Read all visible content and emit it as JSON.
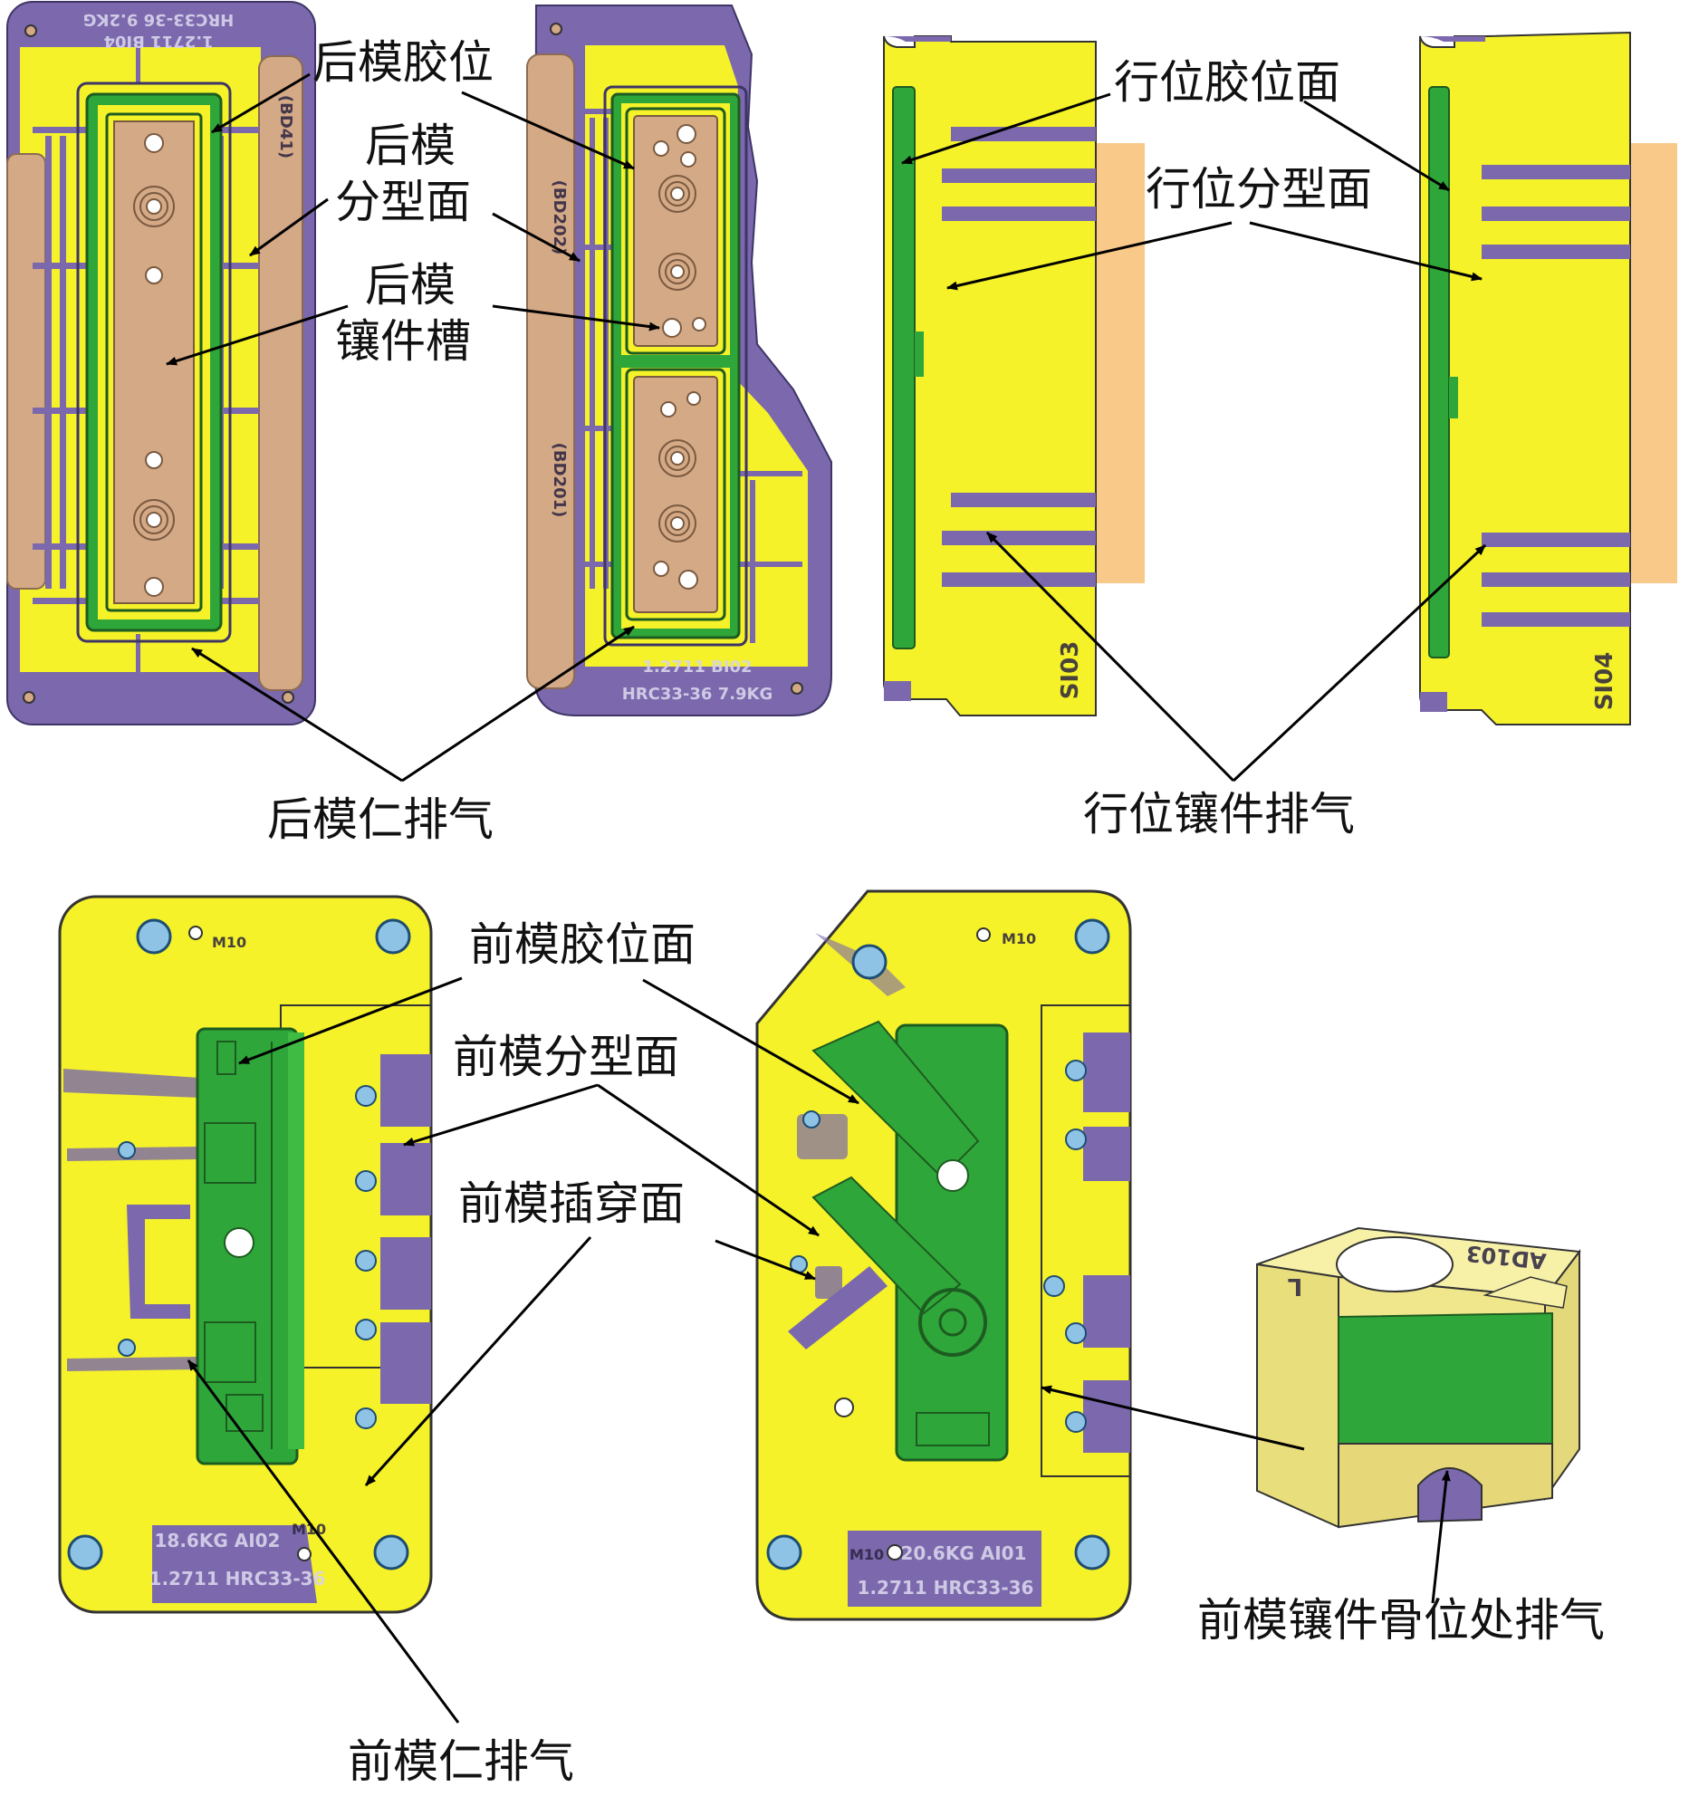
{
  "colors": {
    "plate_yellow": "#f5f229",
    "rib_purple": "#7b68ad",
    "cavity_green": "#2fa63a",
    "insert_tan": "#d4a986",
    "slider_orange": "#f9c98a",
    "screw_blue": "#8fc3e6",
    "arrow": "#000000"
  },
  "labels": {
    "core_glue": "后模胶位",
    "core_parting_1": "后模",
    "core_parting_2": "分型面",
    "core_slot_1": "后模",
    "core_slot_2": "镶件槽",
    "core_vent": "后模仁排气",
    "slide_glue": "行位胶位面",
    "slide_parting": "行位分型面",
    "slide_vent": "行位镶件排气",
    "cavity_glue": "前模胶位面",
    "cavity_parting": "前模分型面",
    "cavity_shutoff": "前模插穿面",
    "cavity_vent": "前模仁排气",
    "insert_rib_vent": "前模镶件骨位处排气"
  },
  "stamps": {
    "core_left_top_1": "HRC33-36  9.2KG",
    "core_left_top_2": "1.2711  BI04",
    "core_left_side": "(BD41)",
    "core_right_side_1": "(BD202)",
    "core_right_side_2": "(BD201)",
    "core_right_bottom_1": "1.2711  BI02",
    "core_right_bottom_2": "HRC33-36  7.9KG",
    "slide_left": "SI03",
    "slide_right": "SI04",
    "cav_left_m10_top": "M10",
    "cav_left_m10_bottom": "M10",
    "cav_left_bottom_1": "18.6KG  AI02",
    "cav_left_bottom_2": "1.2711  HRC33-36",
    "cav_right_m10_top": "M10",
    "cav_right_m10_bottom": "M10",
    "cav_right_bottom_1": "20.6KG  AI01",
    "cav_right_bottom_2": "1.2711  HRC33-36",
    "insert_code": "AD103",
    "insert_l": "L",
    "screw_mark": "M10"
  }
}
